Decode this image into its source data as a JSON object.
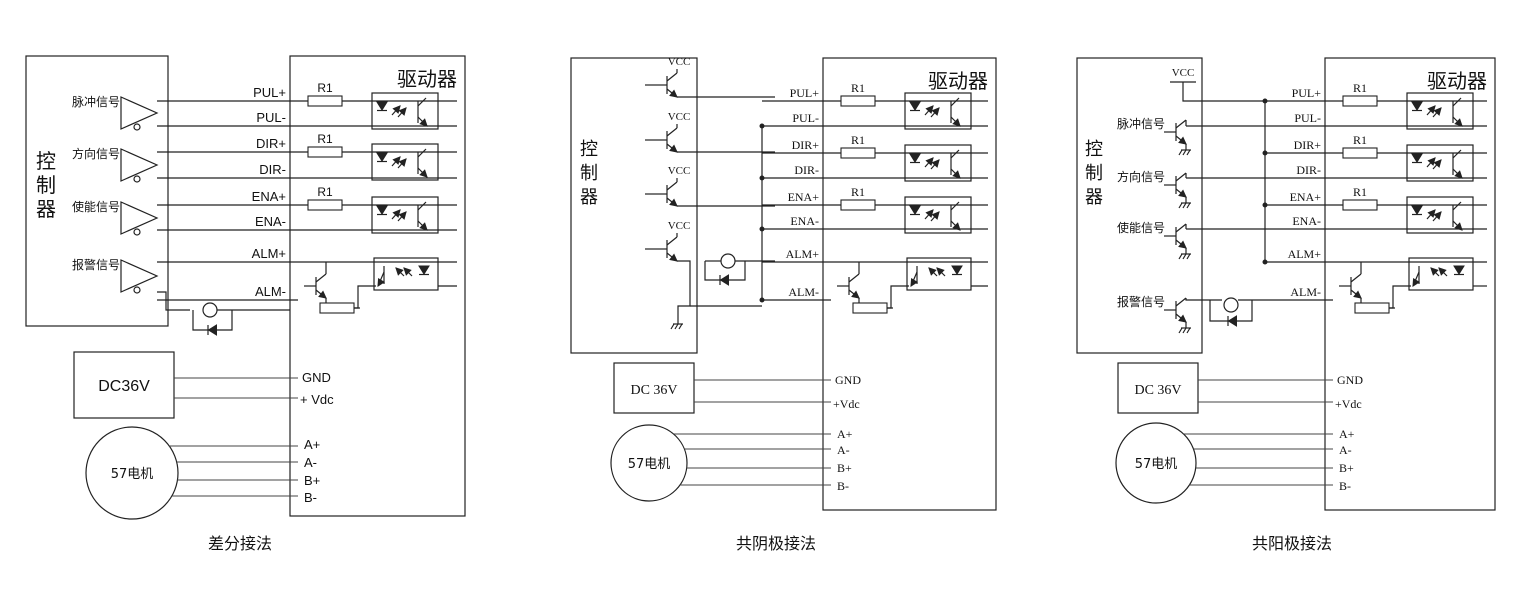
{
  "diagrams": [
    {
      "caption": "差分接法",
      "controller_label": [
        "控",
        "制",
        "器"
      ],
      "driver_title": "驱动器",
      "signals": [
        "脉冲信号",
        "方向信号",
        "使能信号",
        "报警信号"
      ],
      "terminals": [
        "PUL+",
        "PUL-",
        "DIR+",
        "DIR-",
        "ENA+",
        "ENA-",
        "ALM+",
        "ALM-"
      ],
      "resistor_label": "R1",
      "power_label": "DC36V",
      "power_terminals": [
        "GND",
        "+ Vdc"
      ],
      "motor_label": "57电机",
      "motor_terminals": [
        "A+",
        "A-",
        "B+",
        "B-"
      ]
    },
    {
      "caption": "共阴极接法",
      "controller_label": [
        "控",
        "制",
        "器"
      ],
      "driver_title": "驱动器",
      "vcc_label": "VCC",
      "terminals": [
        "PUL+",
        "PUL-",
        "DIR+",
        "DIR-",
        "ENA+",
        "ENA-",
        "ALM+",
        "ALM-"
      ],
      "resistor_label": "R1",
      "power_label": "DC 36V",
      "power_terminals": [
        "GND",
        "+Vdc"
      ],
      "motor_label": "57电机",
      "motor_terminals": [
        "A+",
        "A-",
        "B+",
        "B-"
      ]
    },
    {
      "caption": "共阳极接法",
      "controller_label": [
        "控",
        "制",
        "器"
      ],
      "driver_title": "驱动器",
      "vcc_label": "VCC",
      "signals": [
        "脉冲信号",
        "方向信号",
        "使能信号",
        "报警信号"
      ],
      "terminals": [
        "PUL+",
        "PUL-",
        "DIR+",
        "DIR-",
        "ENA+",
        "ENA-",
        "ALM+",
        "ALM-"
      ],
      "resistor_label": "R1",
      "power_label": "DC 36V",
      "power_terminals": [
        "GND",
        "+Vdc"
      ],
      "motor_label": "57电机",
      "motor_terminals": [
        "A+",
        "A-",
        "B+",
        "B-"
      ]
    }
  ]
}
